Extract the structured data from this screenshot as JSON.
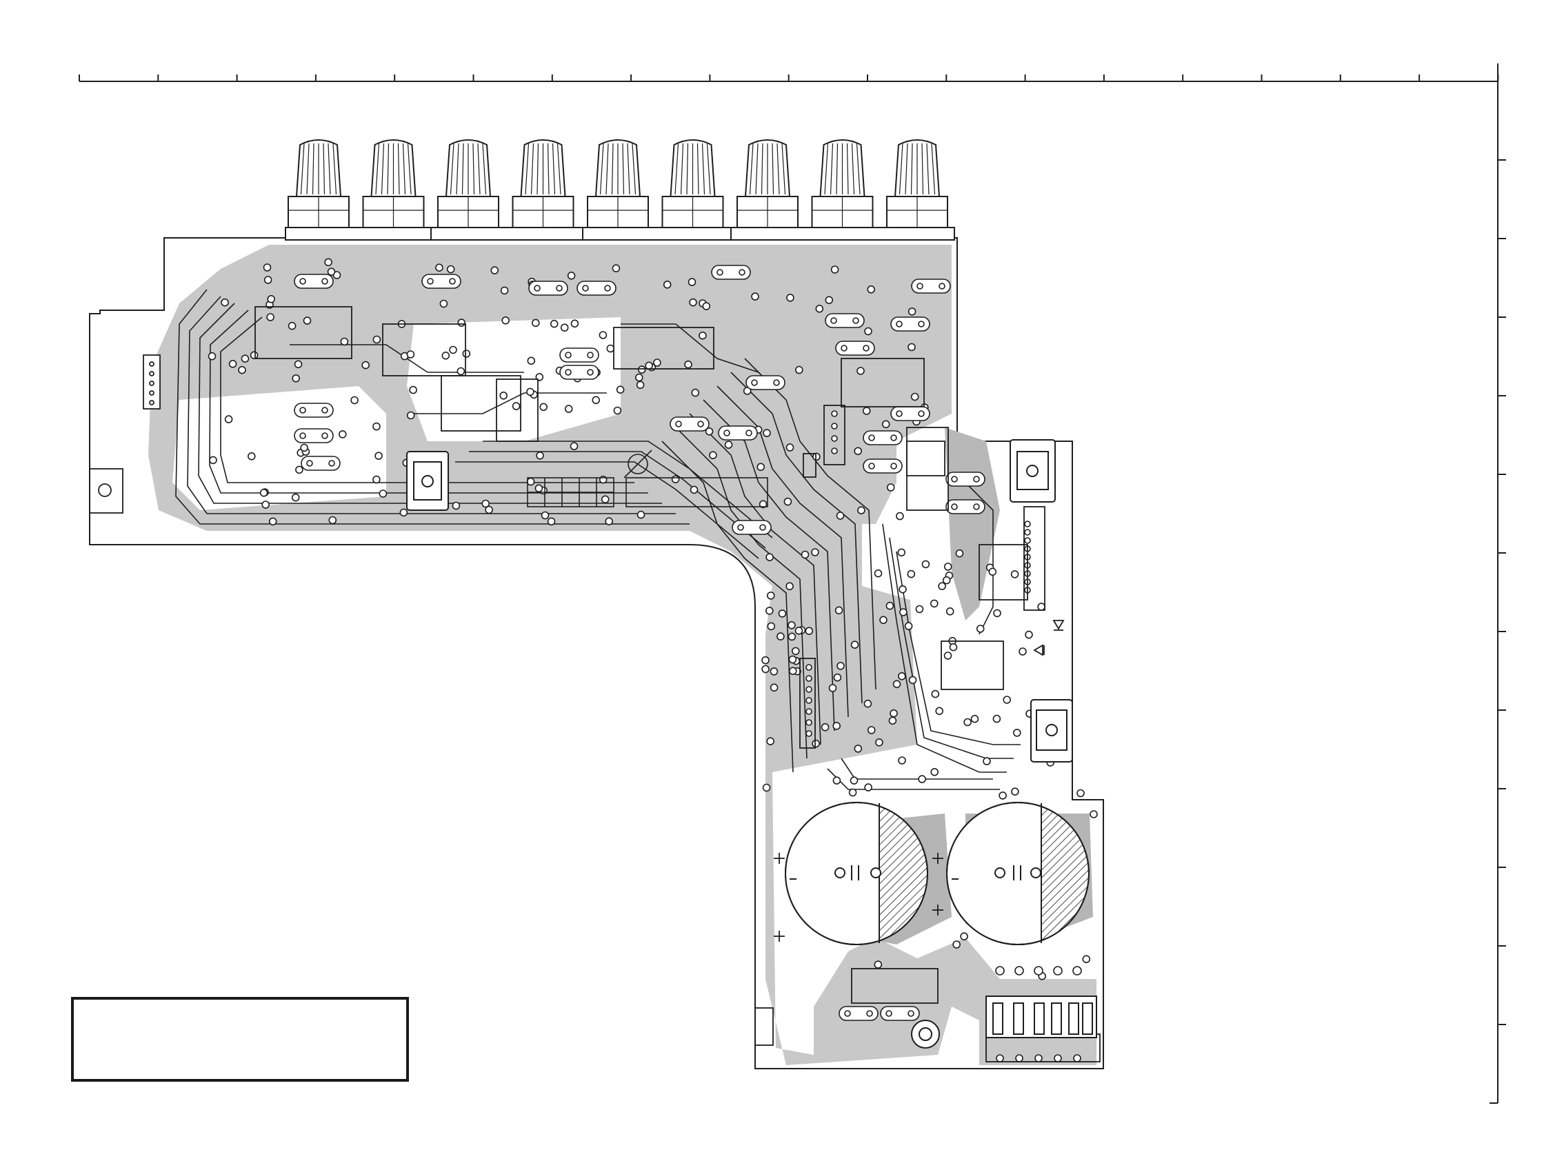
{
  "title": "",
  "legend_box": {
    "text": ""
  },
  "colors": {
    "copper": "#c8c8c8",
    "line": "#1e1e1e",
    "background": "#ffffff"
  },
  "features": {
    "knob_count": 9,
    "top_ruler_ticks": 19,
    "right_ruler_ticks": 12,
    "large_electrolytic_caps": 2,
    "square_switches": 3
  }
}
